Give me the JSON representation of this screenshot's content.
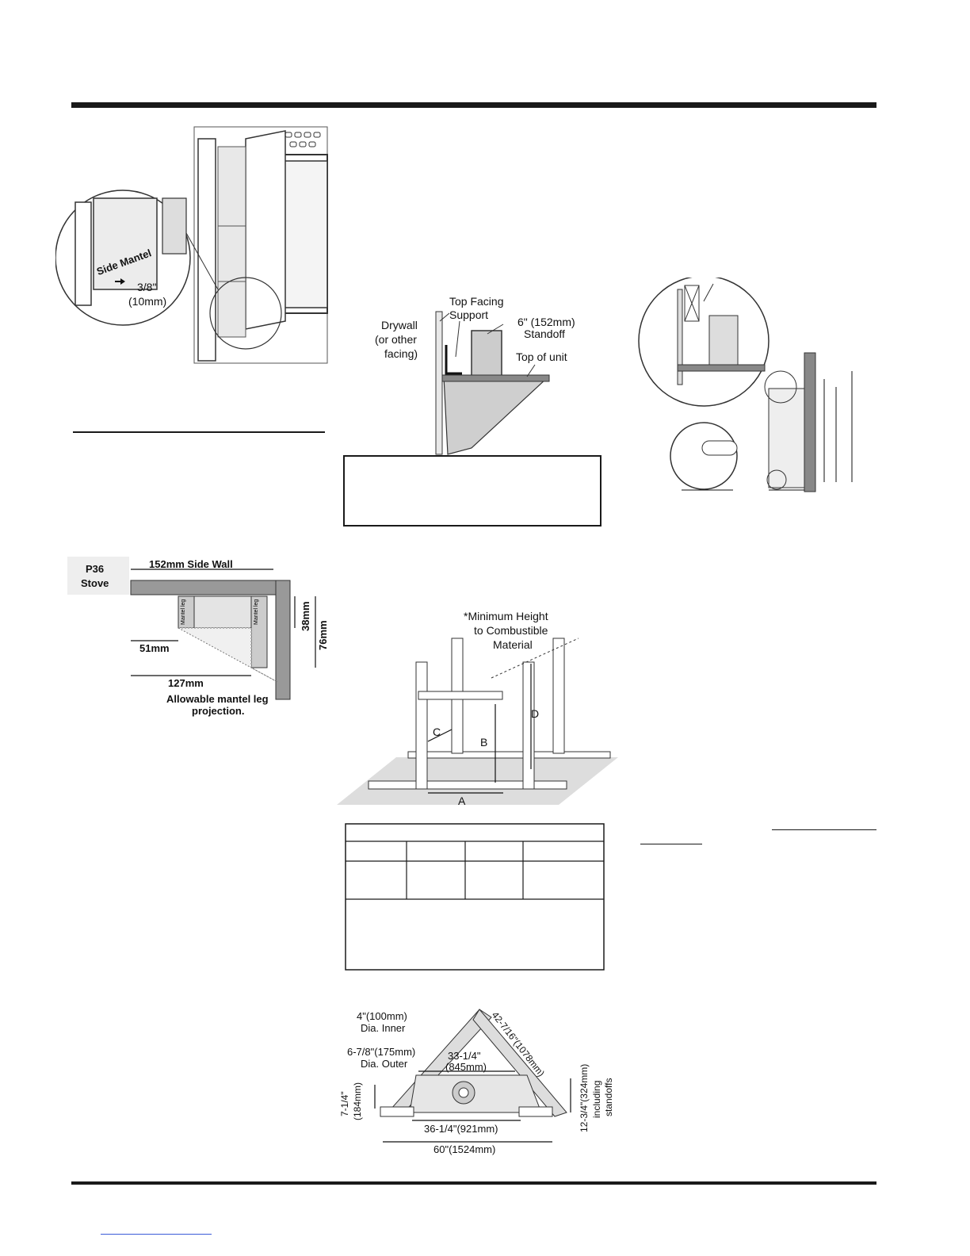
{
  "figure_mantel": {
    "side_mantel_label": "Side Mantel",
    "dimension": "3/8\"",
    "dimension_metric": "(10mm)"
  },
  "figure_facing": {
    "drywall_label_1": "Drywall",
    "drywall_label_2": "(or other",
    "drywall_label_3": "facing)",
    "support_label_1": "Top Facing",
    "support_label_2": "Support",
    "standoff_label_1": "6\" (152mm)",
    "standoff_label_2": "Standoff",
    "top_label": "Top of unit"
  },
  "figure_mantel_leg": {
    "stove_label_1": "P36",
    "stove_label_2": "Stove",
    "side_wall_label": "152mm Side Wall",
    "dim_38": "38mm",
    "dim_76": "76mm",
    "dim_51": "51mm",
    "dim_127": "127mm",
    "leg_label": "Mantel leg",
    "projection_label_1": "Allowable mantel leg",
    "projection_label_2": "projection."
  },
  "figure_framing": {
    "min_height_1": "*Minimum Height",
    "min_height_2": "to Combustible",
    "min_height_3": "Material",
    "label_a": "A",
    "label_b": "B",
    "label_c": "C",
    "label_d": "D"
  },
  "figure_corner": {
    "inner_1": "4\"(100mm)",
    "inner_2": "Dia. Inner",
    "outer_1": "6-7/8\"(175mm)",
    "outer_2": "Dia. Outer",
    "dim_3314_1": "33-1/4\"",
    "dim_3314_2": "(845mm)",
    "dim_42": "42-7/16\"(1078mm)",
    "dim_714_1": "7-1/4\"",
    "dim_714_2": "(184mm)",
    "dim_1234_1": "12-3/4\"(324mm)",
    "dim_1234_2": "including",
    "dim_1234_3": "standoffs",
    "dim_3614": "36-1/4\"(921mm)",
    "dim_60": "60\"(1524mm)"
  }
}
